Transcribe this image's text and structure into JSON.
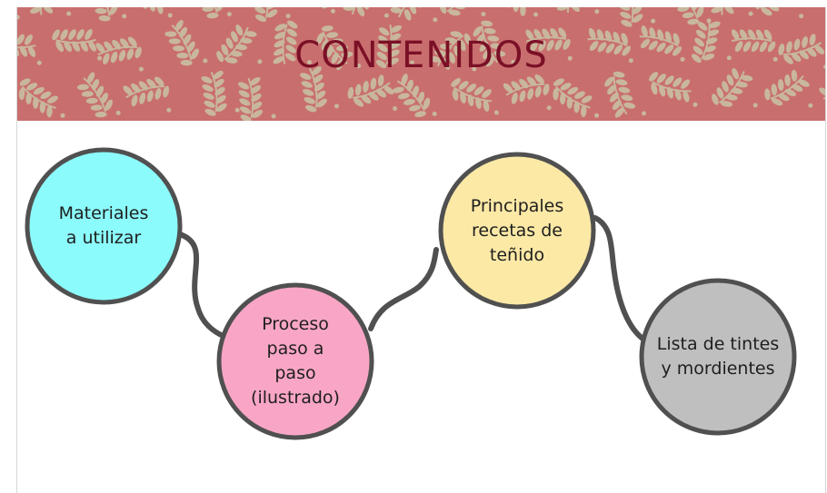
{
  "title": "CONTENIDOS",
  "colors": {
    "banner": "#c96e6e",
    "leaf": "#c8b79c",
    "title_text": "#7a1026",
    "outline": "#505050"
  },
  "nodes": [
    {
      "label": "Materiales\na utilizar",
      "fill": "#8cfbfb"
    },
    {
      "label": "Proceso\npaso a\npaso\n(ilustrado)",
      "fill": "#f9a6c6"
    },
    {
      "label": "Principales\nrecetas de\nteñido",
      "fill": "#fce9a6"
    },
    {
      "label": "Lista de tintes\ny mordientes",
      "fill": "#bfbfbf"
    }
  ]
}
